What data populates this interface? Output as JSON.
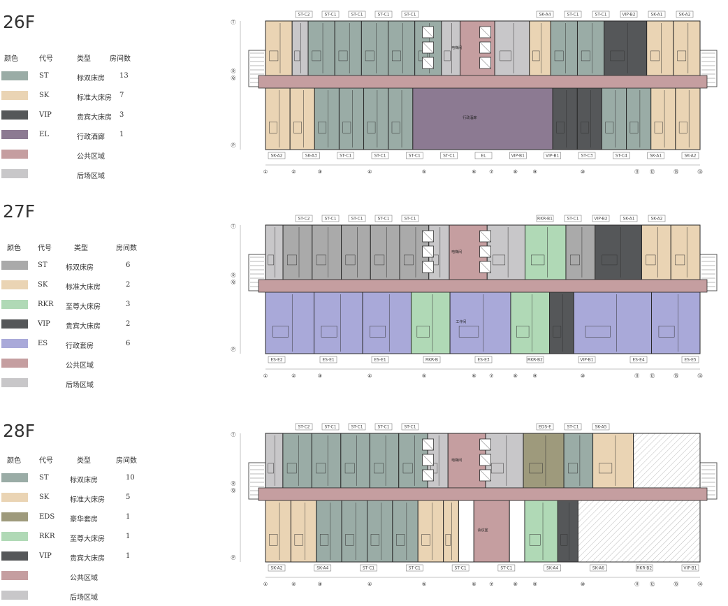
{
  "colors": {
    "ST": "#9aaca6",
    "SK": "#ead4b4",
    "VIP": "#555759",
    "EL": "#8c7a92",
    "RKR": "#b0d9b6",
    "ES": "#a9a9d9",
    "EDS": "#9e9a7c",
    "public": "#c59ea0",
    "back": "#c8c7c9",
    "st27": "#aaaaaa"
  },
  "legend_headers": {
    "color": "颜色",
    "code": "代号",
    "type": "类型",
    "count": "房间数"
  },
  "floors": [
    {
      "title": "26F",
      "rows": [
        {
          "code": "ST",
          "type": "标双床房",
          "count": "13",
          "color": "#9aaca6"
        },
        {
          "code": "SK",
          "type": "标准大床房",
          "count": "7",
          "color": "#ead4b4"
        },
        {
          "code": "VIP",
          "type": "贵宾大床房",
          "count": "3",
          "color": "#555759"
        },
        {
          "code": "EL",
          "type": "行政酒廊",
          "count": "1",
          "color": "#8c7a92"
        },
        {
          "code": "",
          "type": "公共区域",
          "count": "",
          "color": "#c59ea0"
        },
        {
          "code": "",
          "type": "后场区域",
          "count": "",
          "color": "#c8c7c9"
        }
      ]
    },
    {
      "title": "27F",
      "rows": [
        {
          "code": "ST",
          "type": "标双床房",
          "count": "6",
          "color": "#aaaaaa"
        },
        {
          "code": "SK",
          "type": "标准大床房",
          "count": "2",
          "color": "#ead4b4"
        },
        {
          "code": "RKR",
          "type": "至尊大床房",
          "count": "3",
          "color": "#b0d9b6"
        },
        {
          "code": "VIP",
          "type": "贵宾大床房",
          "count": "2",
          "color": "#555759"
        },
        {
          "code": "ES",
          "type": "行政套房",
          "count": "6",
          "color": "#a9a9d9"
        },
        {
          "code": "",
          "type": "公共区域",
          "count": "",
          "color": "#c59ea0"
        },
        {
          "code": "",
          "type": "后场区域",
          "count": "",
          "color": "#c8c7c9"
        }
      ]
    },
    {
      "title": "28F",
      "rows": [
        {
          "code": "ST",
          "type": "标双床房",
          "count": "10",
          "color": "#9aaca6"
        },
        {
          "code": "SK",
          "type": "标准大床房",
          "count": "5",
          "color": "#ead4b4"
        },
        {
          "code": "EDS",
          "type": "豪华套房",
          "count": "1",
          "color": "#9e9a7c"
        },
        {
          "code": "RKR",
          "type": "至尊大床房",
          "count": "1",
          "color": "#b0d9b6"
        },
        {
          "code": "VIP",
          "type": "贵宾大床房",
          "count": "1",
          "color": "#555759"
        },
        {
          "code": "",
          "type": "公共区域",
          "count": "",
          "color": "#c59ea0"
        },
        {
          "code": "",
          "type": "后场区域",
          "count": "",
          "color": "#c8c7c9"
        }
      ]
    }
  ],
  "axis_numbers": [
    "①",
    "②",
    "③",
    "④",
    "⑤",
    "⑥",
    "⑦",
    "⑧",
    "⑨",
    "⑩",
    "⑪",
    "⑫",
    "⑬",
    "⑭"
  ],
  "axis_letters": [
    "Ⓣ",
    "Ⓡ",
    "Ⓠ",
    "Ⓟ"
  ],
  "plans": [
    {
      "top": [
        {
          "fill": "SK",
          "w": 1
        },
        {
          "fill": "back",
          "w": 0.6
        },
        {
          "fill": "ST",
          "w": 1
        },
        {
          "fill": "ST",
          "w": 1
        },
        {
          "fill": "ST",
          "w": 1
        },
        {
          "fill": "ST",
          "w": 1
        },
        {
          "fill": "ST",
          "w": 1
        },
        {
          "fill": "back",
          "w": 0.7
        },
        {
          "fill": "public",
          "w": 1.3
        },
        {
          "fill": "back",
          "w": 1.3
        },
        {
          "fill": "SK",
          "w": 0.8
        },
        {
          "fill": "ST",
          "w": 1
        },
        {
          "fill": "ST",
          "w": 1
        },
        {
          "fill": "VIP",
          "w": 1.6
        },
        {
          "fill": "SK",
          "w": 1
        },
        {
          "fill": "SK",
          "w": 1
        }
      ],
      "bottom": [
        {
          "fill": "SK",
          "w": 1
        },
        {
          "fill": "SK",
          "w": 1
        },
        {
          "fill": "ST",
          "w": 1
        },
        {
          "fill": "ST",
          "w": 1
        },
        {
          "fill": "ST",
          "w": 1
        },
        {
          "fill": "ST",
          "w": 1
        },
        {
          "fill": "EL",
          "w": 5.7
        },
        {
          "fill": "VIP",
          "w": 1
        },
        {
          "fill": "VIP",
          "w": 1
        },
        {
          "fill": "ST",
          "w": 1
        },
        {
          "fill": "ST",
          "w": 1
        },
        {
          "fill": "SK",
          "w": 1
        },
        {
          "fill": "SK",
          "w": 1
        }
      ],
      "top_tags": [
        "ST-C2",
        "ST-C1",
        "ST-C1",
        "ST-C1",
        "ST-C1",
        "SK-A4",
        "ST-C1",
        "ST-C1",
        "VIP-B2",
        "SK-A1",
        "SK-A2"
      ],
      "bottom_tags": [
        "SK-A2",
        "SK-A3",
        "ST-C1",
        "ST-C1",
        "ST-C1",
        "ST-C1",
        "EL",
        "VIP-B1",
        "VIP-B1",
        "ST-C3",
        "ST-C4",
        "SK-A1",
        "SK-A2"
      ],
      "labels": [
        {
          "text": "电梯间",
          "col": 0.5
        },
        {
          "text": "行政酒廊",
          "col": 0.47
        }
      ]
    },
    {
      "top": [
        {
          "fill": "back",
          "w": 0.6
        },
        {
          "fill": "st27",
          "w": 1
        },
        {
          "fill": "st27",
          "w": 1
        },
        {
          "fill": "st27",
          "w": 1
        },
        {
          "fill": "st27",
          "w": 1
        },
        {
          "fill": "st27",
          "w": 1
        },
        {
          "fill": "back",
          "w": 0.7
        },
        {
          "fill": "public",
          "w": 1.3
        },
        {
          "fill": "back",
          "w": 1.3
        },
        {
          "fill": "RKR",
          "w": 1.4
        },
        {
          "fill": "st27",
          "w": 1
        },
        {
          "fill": "VIP",
          "w": 1.6
        },
        {
          "fill": "SK",
          "w": 1
        },
        {
          "fill": "SK",
          "w": 1
        }
      ],
      "bottom": [
        {
          "fill": "ES",
          "w": 2
        },
        {
          "fill": "ES",
          "w": 2
        },
        {
          "fill": "ES",
          "w": 2
        },
        {
          "fill": "RKR",
          "w": 1.6
        },
        {
          "fill": "ES",
          "w": 2.5
        },
        {
          "fill": "RKR",
          "w": 1.6
        },
        {
          "fill": "VIP",
          "w": 1
        },
        {
          "fill": "ES",
          "w": 3.2
        },
        {
          "fill": "ES",
          "w": 2
        }
      ],
      "top_tags": [
        "ST-C2",
        "ST-C1",
        "ST-C1",
        "ST-C1",
        "ST-C1",
        "RKR-B1",
        "ST-C1",
        "VIP-B2",
        "SK-A1",
        "SK-A2"
      ],
      "bottom_tags": [
        "ES-E2",
        "ES-E1",
        "ES-E1",
        "RKR-B",
        "ES-E3",
        "RKR-B2",
        "VIP-B1",
        "ES-E4",
        "ES-E5"
      ],
      "labels": [
        {
          "text": "电梯间",
          "col": 0.5
        },
        {
          "text": "工作间",
          "col": 0.45
        }
      ]
    },
    {
      "top": [
        {
          "fill": "back",
          "w": 0.6
        },
        {
          "fill": "ST",
          "w": 1
        },
        {
          "fill": "ST",
          "w": 1
        },
        {
          "fill": "ST",
          "w": 1
        },
        {
          "fill": "ST",
          "w": 1
        },
        {
          "fill": "ST",
          "w": 1
        },
        {
          "fill": "back",
          "w": 0.7
        },
        {
          "fill": "public",
          "w": 1.3
        },
        {
          "fill": "back",
          "w": 1.3
        },
        {
          "fill": "EDS",
          "w": 1.4
        },
        {
          "fill": "ST",
          "w": 1
        },
        {
          "fill": "SK",
          "w": 1.4
        },
        {
          "fill": "hatch",
          "w": 2.3
        }
      ],
      "bottom": [
        {
          "fill": "SK",
          "w": 1
        },
        {
          "fill": "SK",
          "w": 1
        },
        {
          "fill": "ST",
          "w": 1
        },
        {
          "fill": "ST",
          "w": 1
        },
        {
          "fill": "ST",
          "w": 1
        },
        {
          "fill": "ST",
          "w": 1
        },
        {
          "fill": "SK",
          "w": 1
        },
        {
          "fill": "SK",
          "w": 0.6
        },
        {
          "fill": "white",
          "w": 0.6
        },
        {
          "fill": "public",
          "w": 1.4
        },
        {
          "fill": "white",
          "w": 0.6
        },
        {
          "fill": "RKR",
          "w": 1.3
        },
        {
          "fill": "VIP",
          "w": 0.8
        },
        {
          "fill": "hatch",
          "w": 4.8
        }
      ],
      "top_tags": [
        "ST-C2",
        "ST-C1",
        "ST-C1",
        "ST-C1",
        "ST-C1",
        "EDS-E",
        "ST-C1",
        "SK-A5"
      ],
      "bottom_tags": [
        "SK-A2",
        "SK-A4",
        "ST-C1",
        "ST-C1",
        "ST-C1",
        "ST-C1",
        "SK-A4",
        "SK-A6",
        "RKR-B2",
        "VIP-B1"
      ],
      "labels": [
        {
          "text": "电梯间",
          "col": 0.5
        },
        {
          "text": "会议室",
          "col": 0.5
        }
      ]
    }
  ]
}
